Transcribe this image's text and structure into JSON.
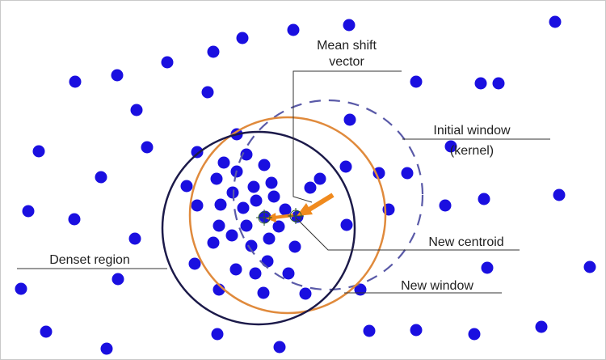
{
  "labels": {
    "mean_shift_line1": "Mean shift",
    "mean_shift_line2": "vector",
    "initial_window_line1": "Initial window",
    "initial_window_line2": "(kernel)",
    "new_centroid": "New centroid",
    "new_window": "New window",
    "densest_region": "Denset region"
  },
  "colors": {
    "point": "#1a0fe0",
    "densest_circle": "#1c1a4a",
    "new_window_circle": "#e08a3c",
    "initial_window_circle": "#5a5aa8",
    "arrow": "#f08a1e",
    "leader": "#333333"
  }
}
